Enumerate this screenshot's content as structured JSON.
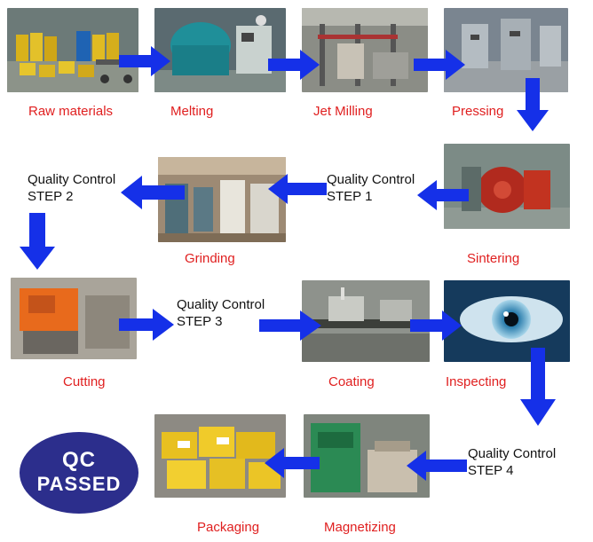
{
  "steps": {
    "raw_materials": "Raw materials",
    "melting": "Melting",
    "jet_milling": "Jet Milling",
    "pressing": "Pressing",
    "sintering": "Sintering",
    "grinding": "Grinding",
    "cutting": "Cutting",
    "coating": "Coating",
    "inspecting": "Inspecting",
    "magnetizing": "Magnetizing",
    "packaging": "Packaging"
  },
  "quality_control": {
    "title": "Quality Control",
    "step1": "STEP 1",
    "step2": "STEP 2",
    "step3": "STEP 3",
    "step4": "STEP 4"
  },
  "badge": {
    "line1": "QC",
    "line2": "PASSED"
  },
  "colors": {
    "arrow": "#1530e8",
    "label": "#e02020",
    "badge": "#2c2e8c"
  }
}
